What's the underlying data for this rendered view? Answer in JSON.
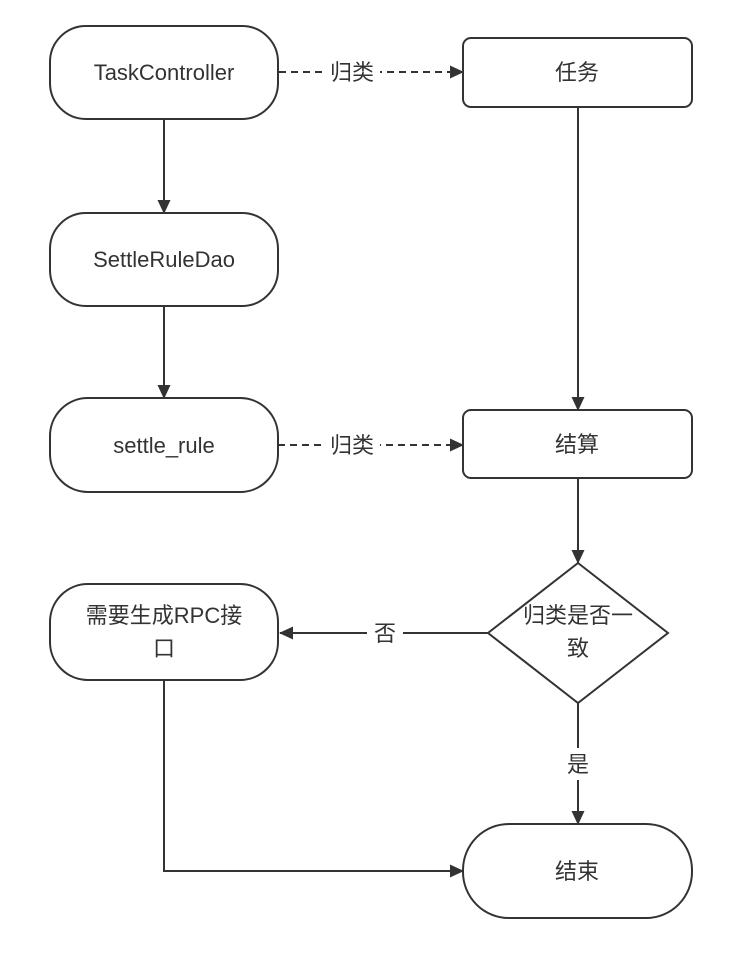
{
  "diagram": {
    "type": "flowchart",
    "background_color": "#ffffff",
    "stroke_color": "#333333",
    "text_color": "#333333",
    "nodes": {
      "task_controller": {
        "label": "TaskController",
        "shape": "rounded-rect"
      },
      "task": {
        "label": "任务",
        "shape": "rect"
      },
      "settle_rule_dao": {
        "label": "SettleRuleDao",
        "shape": "rounded-rect"
      },
      "settle_rule": {
        "label": "settle_rule",
        "shape": "rounded-rect"
      },
      "settlement": {
        "label": "结算",
        "shape": "rect"
      },
      "decision": {
        "label": "归类是否一致",
        "line1": "归类是否一",
        "line2": "致",
        "shape": "diamond"
      },
      "rpc_interface": {
        "label": "需要生成RPC接口",
        "line1": "需要生成RPC接",
        "line2": "口",
        "shape": "rounded-rect"
      },
      "end": {
        "label": "结束",
        "shape": "rounded-rect"
      }
    },
    "edges": {
      "classify_top": {
        "from": "task_controller",
        "to": "task",
        "label": "归类",
        "style": "dashed"
      },
      "controller_to_dao": {
        "from": "task_controller",
        "to": "settle_rule_dao",
        "label": "",
        "style": "solid"
      },
      "dao_to_rule": {
        "from": "settle_rule_dao",
        "to": "settle_rule",
        "label": "",
        "style": "solid"
      },
      "classify_bottom": {
        "from": "settle_rule",
        "to": "settlement",
        "label": "归类",
        "style": "dashed"
      },
      "task_to_settlement": {
        "from": "task",
        "to": "settlement",
        "label": "",
        "style": "solid"
      },
      "settlement_to_decision": {
        "from": "settlement",
        "to": "decision",
        "label": "",
        "style": "solid"
      },
      "decision_no": {
        "from": "decision",
        "to": "rpc_interface",
        "label": "否",
        "style": "solid"
      },
      "decision_yes": {
        "from": "decision",
        "to": "end",
        "label": "是",
        "style": "solid"
      },
      "rpc_to_end": {
        "from": "rpc_interface",
        "to": "end",
        "label": "",
        "style": "solid"
      }
    }
  }
}
